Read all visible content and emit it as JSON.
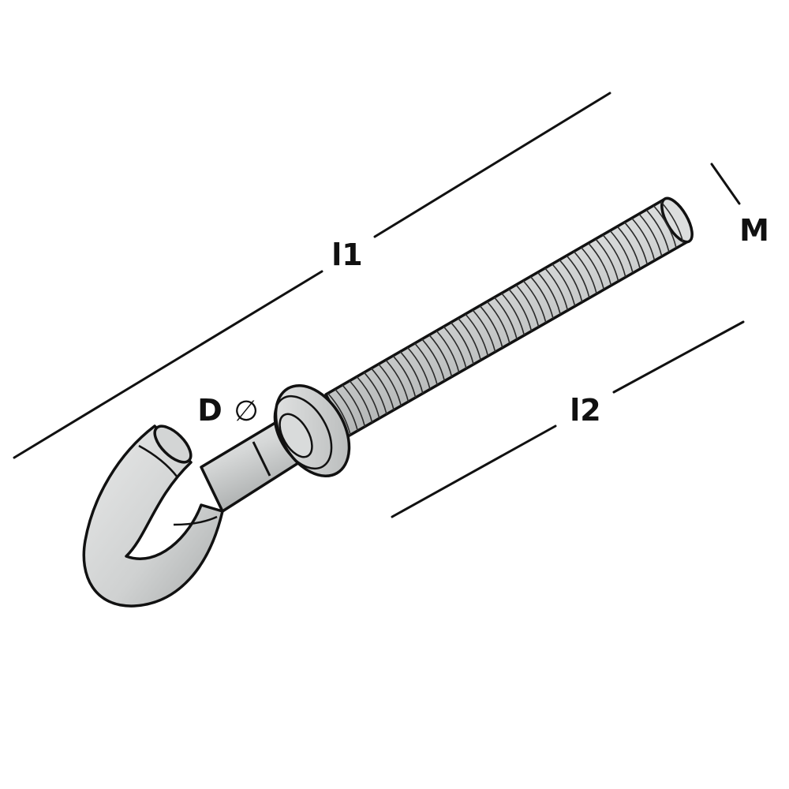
{
  "labels": {
    "l1": "l1",
    "l2": "l2",
    "m": "M",
    "d": "D",
    "diameter_symbol": "∅"
  },
  "colors": {
    "line": "#111111",
    "metal_light": "#e2e3e3",
    "metal_mid": "#c9cbcb",
    "metal_dark": "#9a9d9d",
    "background": "#ffffff"
  }
}
